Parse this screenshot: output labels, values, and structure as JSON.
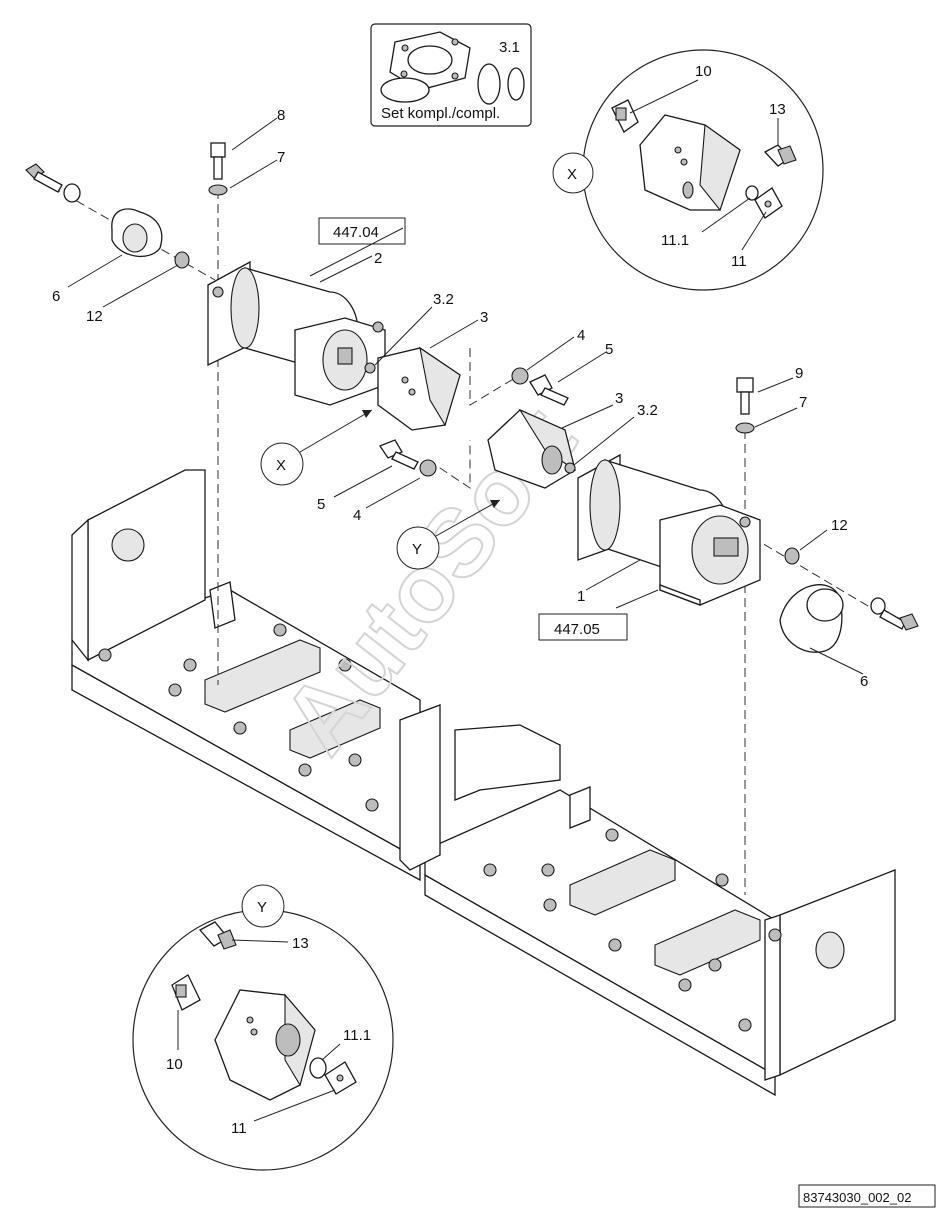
{
  "callouts": {
    "n1": "1",
    "n2": "2",
    "n3a": "3",
    "n3b": "3",
    "n3_1": "3.1",
    "n3_2a": "3.2",
    "n3_2b": "3.2",
    "n4a": "4",
    "n4b": "4",
    "n5a": "5",
    "n5b": "5",
    "n6a": "6",
    "n6b": "6",
    "n7a": "7",
    "n7b": "7",
    "n8": "8",
    "n9": "9",
    "n10a": "10",
    "n10b": "10",
    "n11a": "11",
    "n11b": "11",
    "n11_1a": "11.1",
    "n11_1b": "11.1",
    "n12a": "12",
    "n12b": "12",
    "n13a": "13",
    "n13b": "13"
  },
  "boxes": {
    "ref_upper": "447.04",
    "ref_lower": "447.05",
    "kit_label": "Set kompl./compl."
  },
  "detail_views": {
    "x_marker": "X",
    "x_circle": "X",
    "y_marker": "Y",
    "y_circle": "Y"
  },
  "drawing_number": "83743030_002_02",
  "watermark": "AutoSoft"
}
